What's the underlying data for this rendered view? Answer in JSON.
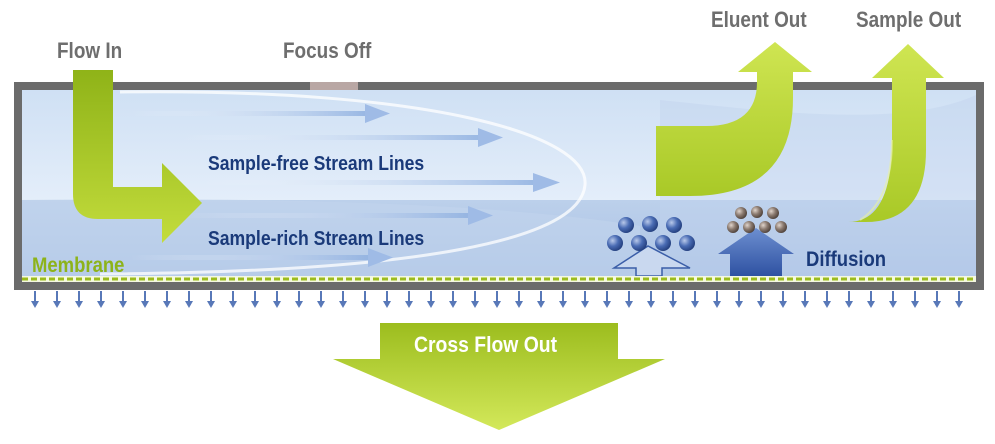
{
  "labels": {
    "flow_in": "Flow In",
    "focus_off": "Focus Off",
    "eluent_out": "Eluent Out",
    "sample_out": "Sample Out",
    "sample_free": "Sample-free Stream Lines",
    "sample_rich": "Sample-rich Stream Lines",
    "membrane": "Membrane",
    "diffusion": "Diffusion",
    "cross_flow_out": "Cross Flow Out"
  },
  "colors": {
    "channel_frame": "#6b6b6b",
    "upper_fluid": "#dbe8f7",
    "lower_fluid": "#b9cdea",
    "arrow_green": "#a8c81e",
    "membrane_green": "#9cbc1c",
    "text_blue": "#1a3a7a",
    "text_gray": "#6e6e6e",
    "particle_blue": "#3d5fa8",
    "particle_brown": "#7a6a60"
  },
  "icons": {
    "flow_in_arrow": "bent-arrow-right-icon",
    "outlet_arrows": "curved-arrow-up-icon",
    "cross_flow_arrow": "big-arrow-down-icon",
    "diffusion_arrows": "arrow-up-icon"
  }
}
